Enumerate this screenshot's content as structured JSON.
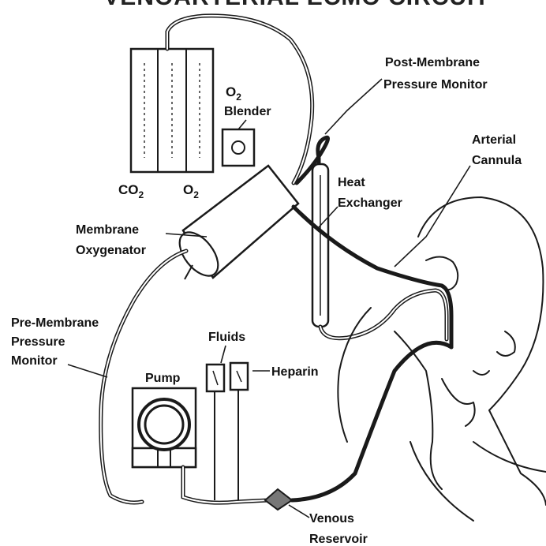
{
  "title": "VENOARTERIAL ECMO CIRCUIT",
  "labels": {
    "co2": "CO",
    "co2_sub": "2",
    "o2": "O",
    "o2_sub": "2",
    "o2_blender_o": "O",
    "o2_blender_sub": "2",
    "blender": "Blender",
    "post_membrane_1": "Post-Membrane",
    "post_membrane_2": "Pressure Monitor",
    "arterial_1": "Arterial",
    "arterial_2": "Cannula",
    "heat_1": "Heat",
    "heat_2": "Exchanger",
    "membrane_1": "Membrane",
    "membrane_2": "Oxygenator",
    "pre_membrane_1": "Pre-Membrane",
    "pre_membrane_2": "Pressure",
    "pre_membrane_3": "Monitor",
    "fluids": "Fluids",
    "heparin": "Heparin",
    "pump": "Pump",
    "venous_1": "Venous",
    "venous_2": "Reservoir"
  }
}
